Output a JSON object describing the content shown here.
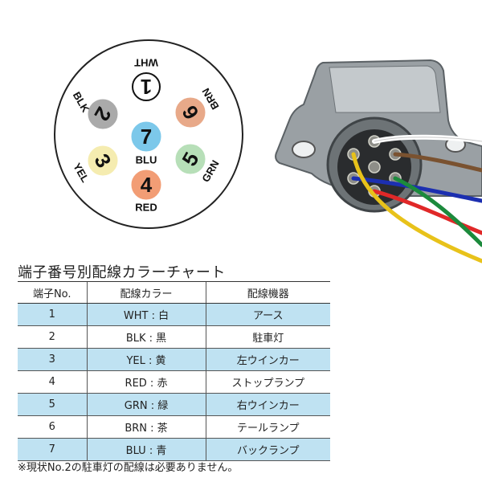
{
  "pins": [
    {
      "num": "1",
      "code": "WHT",
      "fill": "#ffffff",
      "stroke": "#111111"
    },
    {
      "num": "2",
      "code": "BLK",
      "fill": "#aaaaaa",
      "stroke": "#aaaaaa"
    },
    {
      "num": "3",
      "code": "YEL",
      "fill": "#f5ecb0",
      "stroke": "#f5ecb0"
    },
    {
      "num": "4",
      "code": "RED",
      "fill": "#f29d75",
      "stroke": "#f29d75"
    },
    {
      "num": "5",
      "code": "GRN",
      "fill": "#b7dfb8",
      "stroke": "#b7dfb8"
    },
    {
      "num": "6",
      "code": "BRN",
      "fill": "#e8a989",
      "stroke": "#e8a989"
    },
    {
      "num": "7",
      "code": "BLU",
      "fill": "#7cc8ea",
      "stroke": "#7cc8ea"
    }
  ],
  "chart_title": "端子番号別配線カラーチャート",
  "table": {
    "headers": [
      "端子No.",
      "配線カラー",
      "配線機器"
    ],
    "rows": [
      [
        "1",
        "WHT : 白",
        "アース"
      ],
      [
        "2",
        "BLK : 黒",
        "駐車灯"
      ],
      [
        "3",
        "YEL : 黄",
        "左ウインカー"
      ],
      [
        "4",
        "RED : 赤",
        "ストップランプ"
      ],
      [
        "5",
        "GRN : 緑",
        "右ウインカー"
      ],
      [
        "6",
        "BRN : 茶",
        "テールランプ"
      ],
      [
        "7",
        "BLU : 青",
        "バックランプ"
      ]
    ]
  },
  "footnote": "※現状No.2の駐車灯の配線は必要ありません。",
  "wire_colors": [
    "#ffffff",
    "#7a5230",
    "#1c2fb0",
    "#e02828",
    "#1c8a3c",
    "#e8c21a"
  ]
}
